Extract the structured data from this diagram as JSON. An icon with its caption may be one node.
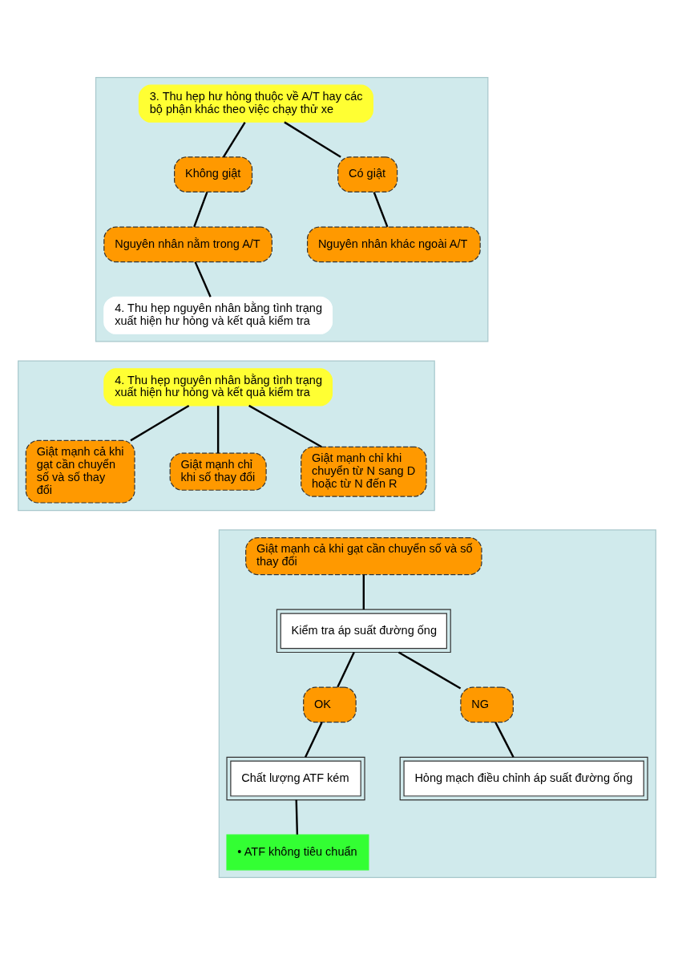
{
  "diagram": {
    "nodes": [
      {
        "text": [],
        "shape": "box"
      },
      {
        "text": [
          "3. Thu hẹp hư hỏng thuộc về A/T hay các bộ phận khác theo việc chạy thử xe"
        ],
        "in": 0
      },
      {
        "text": [
          "Không giật"
        ],
        "in": 0
      },
      {
        "text": [
          "Có giật"
        ],
        "in": 0
      },
      {
        "text": [
          "Nguyên nhân nằm trong A/T"
        ],
        "in": 0
      },
      {
        "text": [
          "Nguyên nhân khác ngoài A/T"
        ],
        "in": 0
      },
      {
        "text": [
          "4. Thu hẹp nguyên nhân bằng tình trạng xuất hiện hư hỏng và kết quả kiểm tra"
        ],
        "in": 0
      },
      {
        "text": [],
        "shape": "box"
      },
      {
        "text": [
          "4. Thu hẹp nguyên nhân bằng tình trạng xuất hiện hư hỏng và kết quả kiểm tra"
        ],
        "in": 7
      },
      {
        "text": [
          "Giật mạnh cả khi gạt cần chuyển số và số thay đổi"
        ],
        "in": 7
      },
      {
        "text": [
          "Giật mạnh chỉ khi số thay đổi"
        ],
        "in": 7
      },
      {
        "text": [
          "Giật mạnh chỉ khi chuyển từ N sang D hoặc từ N đến R"
        ],
        "in": 7
      },
      {
        "text": [],
        "shape": "box"
      },
      {
        "text": [
          "Giật mạnh cả khi gạt cần chuyển số và số thay đổi"
        ],
        "in": 12
      },
      {
        "text": [
          "Kiểm tra áp suất đường ống"
        ],
        "in": 12
      },
      {
        "text": [
          "OK"
        ],
        "in": 12
      },
      {
        "text": [
          "NG"
        ],
        "in": 12
      },
      {
        "text": [
          "Chất lượng ATF kém"
        ],
        "in": 12
      },
      {
        "text": [
          "Hỏng mạch điều chỉnh áp suất đường ống"
        ],
        "in": 12
      },
      {
        "text": [
          "• ATF không tiêu chuẩn"
        ],
        "in": 12
      }
    ],
    "edges": [
      {
        "from": 1,
        "to": 2,
        "arrow": "none"
      },
      {
        "from": 1,
        "to": 3,
        "arrow": "none"
      },
      {
        "from": 2,
        "to": 4,
        "arrow": "none"
      },
      {
        "from": 3,
        "to": 5,
        "arrow": "none"
      },
      {
        "from": 4,
        "to": 6,
        "arrow": "none"
      },
      {
        "from": 8,
        "to": 9,
        "arrow": "none"
      },
      {
        "from": 8,
        "to": 10,
        "arrow": "none"
      },
      {
        "from": 8,
        "to": 11,
        "arrow": "none"
      },
      {
        "from": 13,
        "to": 14,
        "arrow": "none"
      },
      {
        "from": 14,
        "to": 15,
        "arrow": "none"
      },
      {
        "from": 14,
        "to": 16,
        "arrow": "none"
      },
      {
        "from": 15,
        "to": 17,
        "arrow": "none"
      },
      {
        "from": 16,
        "to": 18,
        "arrow": "none"
      },
      {
        "from": 17,
        "to": 19,
        "arrow": "none"
      }
    ]
  }
}
